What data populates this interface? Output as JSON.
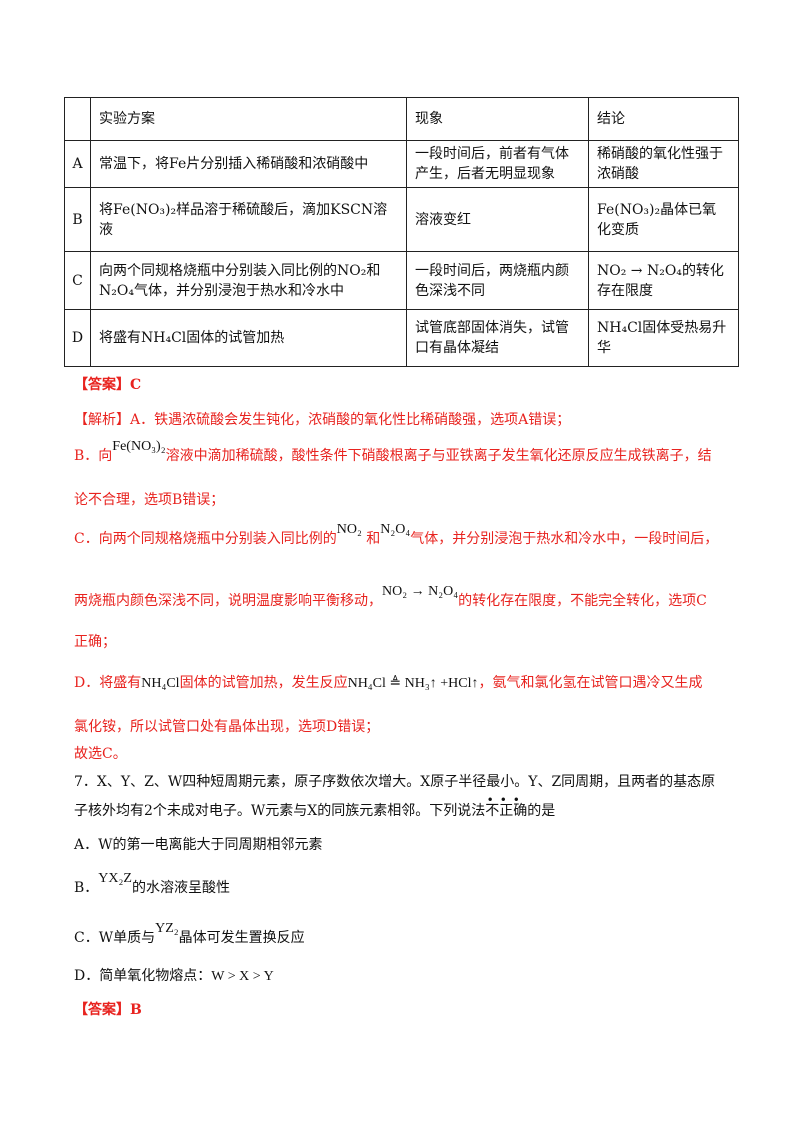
{
  "table": {
    "headers": [
      "",
      "实验方案",
      "现象",
      "结论"
    ],
    "rows": [
      {
        "key": "A",
        "plan": "常温下，将Fe片分别插入稀硝酸和浓硝酸中",
        "phenomenon_1": "一段时间后，前者有气体",
        "phenomenon_2": "产生，后者无明显现象",
        "conclusion_1": "稀硝酸的氧化性强于",
        "conclusion_2": "浓硝酸"
      },
      {
        "key": "B",
        "plan_pre": "将",
        "plan_formula": "Fe(NO₃)₂",
        "plan_mid": "样品溶于稀硫酸后，滴加KSCN溶",
        "plan_2": "液",
        "phenomenon_1": "溶液变红",
        "conclusion_formula": "Fe(NO₃)₂",
        "conclusion_mid": "晶体已氧",
        "conclusion_2": "化变质"
      },
      {
        "key": "C",
        "plan_1": "向两个同规格烧瓶中分别装入同比例的",
        "plan_formula_1": "NO₂",
        "plan_and": "和",
        "plan_formula_2": "N₂O₄",
        "plan_2": "气体，并分别浸泡于热水和冷水中",
        "phenomenon_1": "一段时间后，两烧瓶内颜",
        "phenomenon_2": "色深浅不同",
        "conclusion_formula": "NO₂ → N₂O₄",
        "conclusion_mid": "的转化",
        "conclusion_2": "存在限度"
      },
      {
        "key": "D",
        "plan_pre": "将盛有",
        "plan_formula": "NH₄Cl",
        "plan_post": "固体的试管加热",
        "phenomenon_1": "试管底部固体消失，试管",
        "phenomenon_2": "口有晶体凝结",
        "conclusion_formula": "NH₄Cl",
        "conclusion_mid": "固体受热易升",
        "conclusion_2": "华"
      }
    ]
  },
  "answer1": "【答案】C",
  "analysis": {
    "a": "【解析】A．铁遇浓硫酸会发生钝化，浓硝酸的氧化性比稀硝酸强，选项A错误；",
    "b_pre": "B．向",
    "b_formula": "Fe(NO₃)₂",
    "b_post": "溶液中滴加稀硫酸，酸性条件下硝酸根离子与亚铁离子发生氧化还原反应生成铁离子，结",
    "b_2": "论不合理，选项B错误；",
    "c_pre": "C．向两个同规格烧瓶中分别装入同比例的",
    "c_f1": "NO₂",
    "c_and": "和",
    "c_f2": "N₂O₄",
    "c_post": "气体，并分别浸泡于热水和冷水中，一段时间后，",
    "c_2_pre": "两烧瓶内颜色深浅不同，说明温度影响平衡移动，",
    "c_2_formula": "NO₂ → N₂O₄",
    "c_2_post": "的转化存在限度，不能完全转化，选项C",
    "c_3": "正确；",
    "d_pre": "D．将盛有",
    "d_formula": "NH₄Cl",
    "d_mid": "固体的试管加热，发生反应",
    "d_eq": "NH₄Cl ≜ NH₃↑ +HCl↑",
    "d_post": "，氨气和氯化氢在试管口遇冷又生成",
    "d_2": "氯化铵，所以试管口处有晶体出现，选项D错误；",
    "conclude": "故选C。"
  },
  "question7": {
    "stem_1": "7．X、Y、Z、W四种短周期元素，原子序数依次增大。X原子半径最小。Y、Z同周期，且两者的基态原",
    "stem_2_pre": "子核外均有2个未成对电子。W元素与X的同族元素相邻。下列说法",
    "stem_2_emph": "不正确",
    "stem_2_post": "的是",
    "option_a": "A．W的第一电离能大于同周期相邻元素",
    "option_b_pre": "B．",
    "option_b_formula": "YX₂Z",
    "option_b_post": "的水溶液呈酸性",
    "option_c_pre": "C．W单质与",
    "option_c_formula": "YZ₂",
    "option_c_post": "晶体可发生置换反应",
    "option_d_pre": "D．简单氧化物熔点：",
    "option_d_formula": "W > X > Y",
    "answer": "【答案】B"
  }
}
